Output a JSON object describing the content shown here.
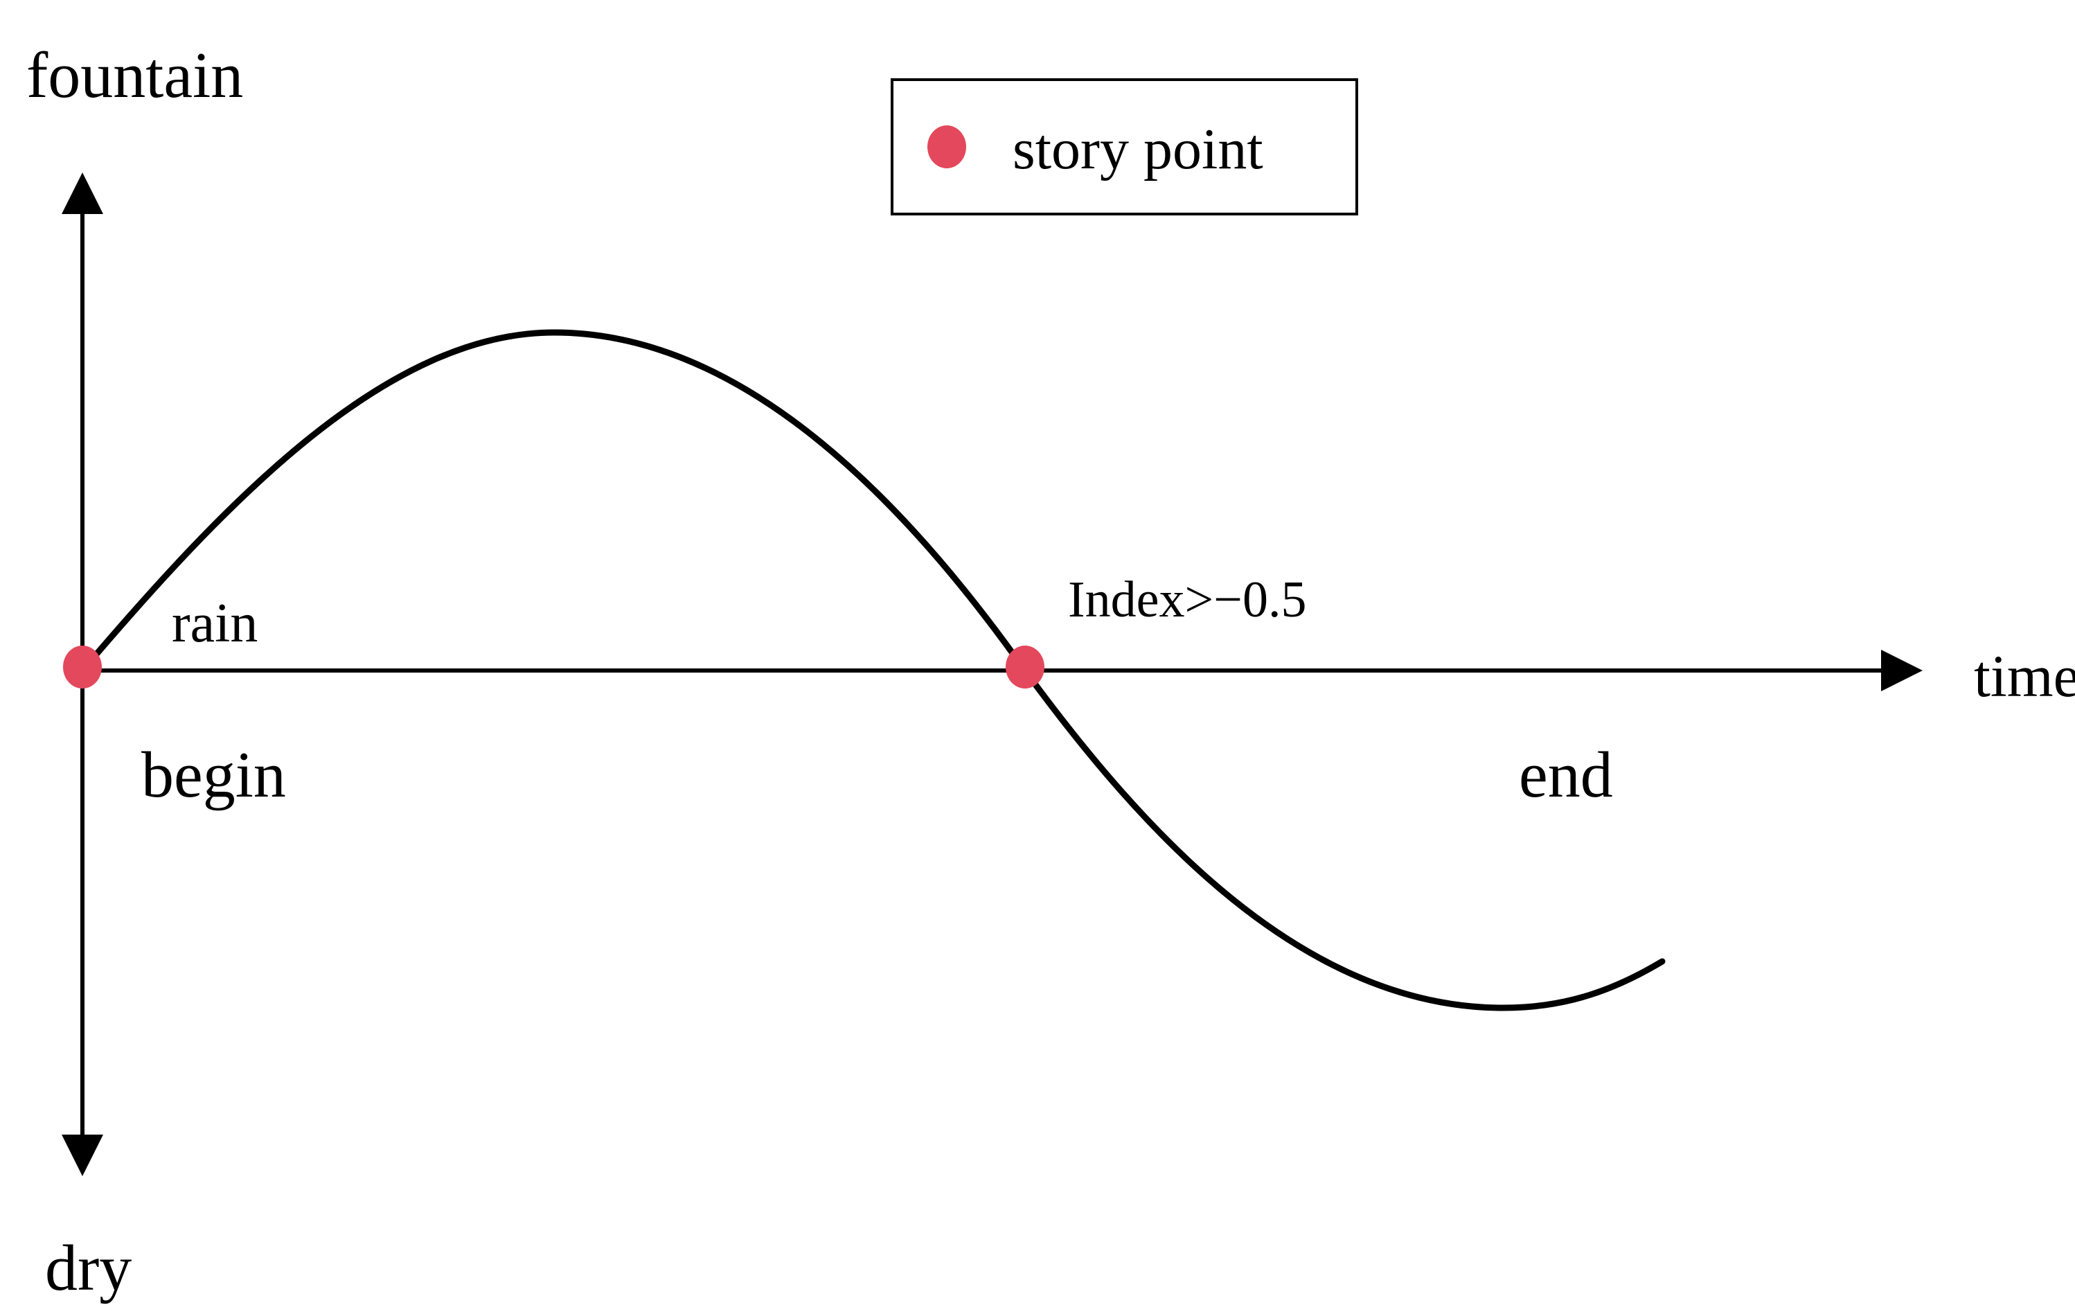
{
  "axes": {
    "y_top_label": "fountain",
    "y_bottom_label": "dry",
    "x_label": "time"
  },
  "annotations": {
    "rain": "rain",
    "begin": "begin",
    "end": "end",
    "index_threshold": "Index>−0.5"
  },
  "legend": {
    "label": "story point"
  },
  "colors": {
    "story_point": "#e4485c",
    "line": "#000000"
  }
}
